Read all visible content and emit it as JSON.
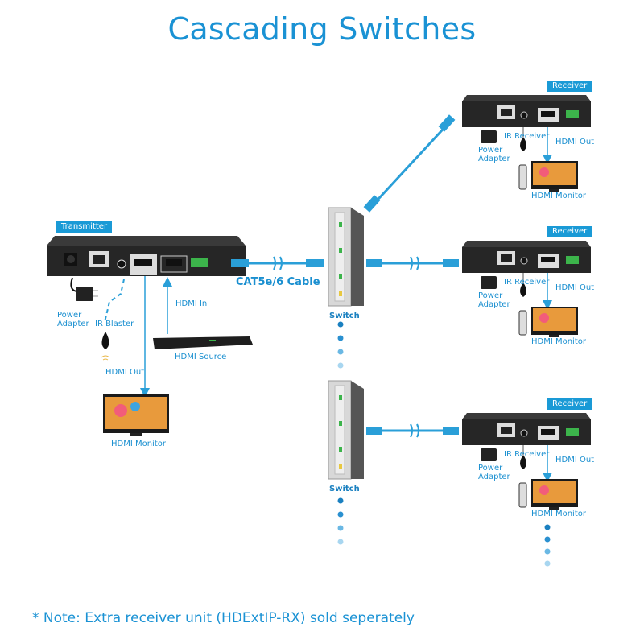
{
  "title": "Cascading Switches",
  "transmitter": {
    "tag": "Transmitter",
    "power_adapter": "Power Adapter",
    "ir_blaster": "IR Blaster",
    "hdmi_out": "HDMI Out",
    "hdmi_in": "HDMI In",
    "hdmi_source": "HDMI Source",
    "hdmi_monitor": "HDMI Monitor"
  },
  "cable_label": "CAT5e/6 Cable",
  "switches": [
    {
      "label": "Switch"
    },
    {
      "label": "Switch"
    }
  ],
  "receivers": [
    {
      "tag": "Receiver",
      "ir_receiver": "IR Receiver",
      "power_adapter": "Power Adapter",
      "hdmi_out": "HDMI Out",
      "hdmi_monitor": "HDMI Monitor"
    },
    {
      "tag": "Receiver",
      "ir_receiver": "IR Receiver",
      "power_adapter": "Power Adapter",
      "hdmi_out": "HDMI Out",
      "hdmi_monitor": "HDMI Monitor"
    },
    {
      "tag": "Receiver",
      "ir_receiver": "IR Receiver",
      "power_adapter": "Power Adapter",
      "hdmi_out": "HDMI Out",
      "hdmi_monitor": "HDMI Monitor"
    }
  ],
  "note": "* Note: Extra receiver unit (HDExtIP-RX) sold seperately",
  "colors": {
    "accent": "#1a9ad6",
    "device": "#2b2b2b",
    "cable": "#2a9fd8",
    "port_green": "#3cb44b"
  }
}
